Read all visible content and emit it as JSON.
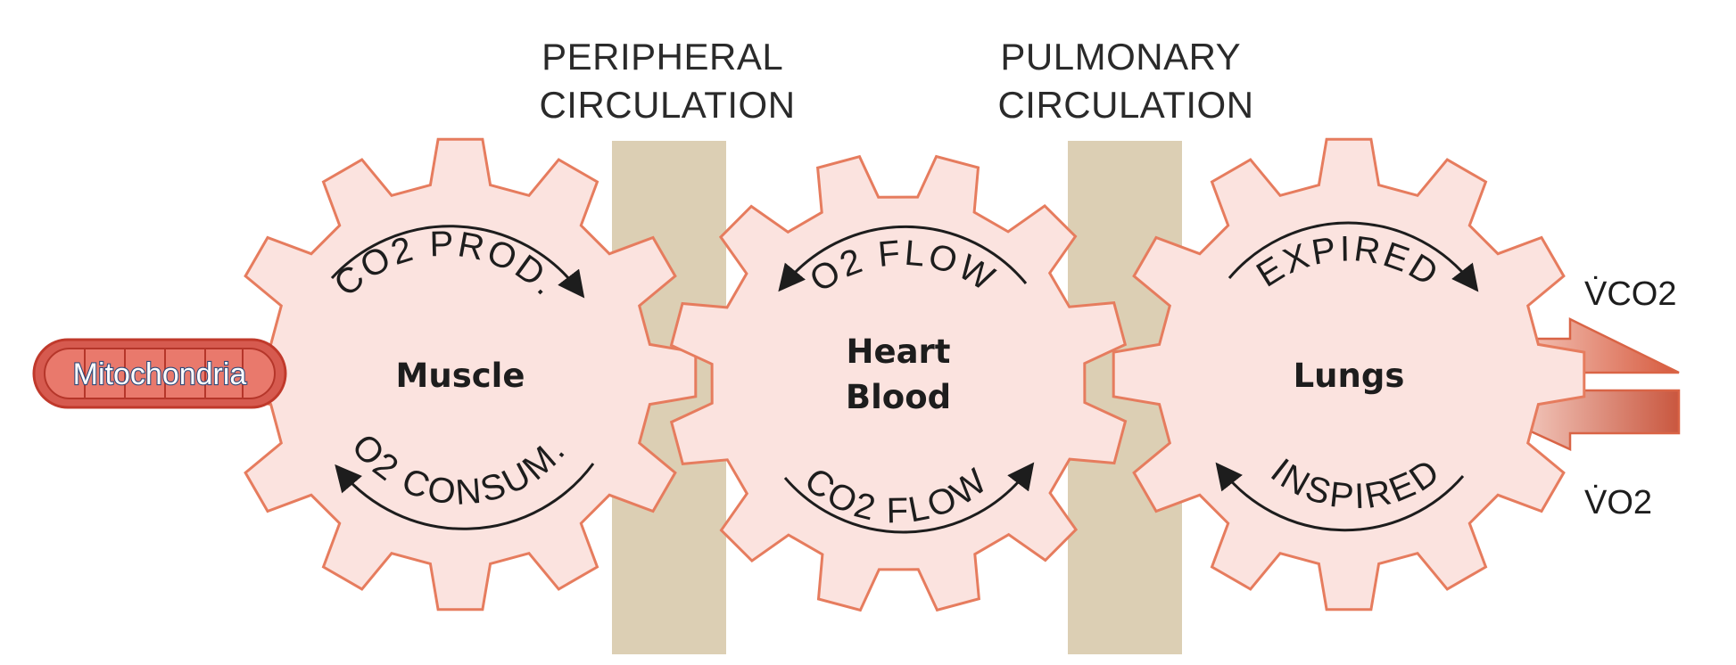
{
  "headers": {
    "peripheral": [
      "PERIPHERAL",
      "CIRCULATION"
    ],
    "pulmonary": [
      "PULMONARY",
      "CIRCULATION"
    ]
  },
  "gears": {
    "muscle": {
      "label": "Muscle",
      "top": "CO2 PROD.",
      "bottom": "O2 CONSUM."
    },
    "heart": {
      "label_line1": "Heart",
      "label_line2": "Blood",
      "top": "O2 FLOW",
      "bottom": "CO2 FLOW"
    },
    "lungs": {
      "label": "Lungs",
      "top": "EXPIRED",
      "bottom": "INSPIRED"
    }
  },
  "mitochondria": {
    "label": "Mitochondria"
  },
  "outputs": {
    "vco2": "V̇CO2",
    "vo2": "V̇O2"
  },
  "colors": {
    "gear_fill": "#fbe3df",
    "gear_stroke": "#e67c5e",
    "band": "#dccfb4",
    "arrow": "#d96446",
    "mito_fill": "#d65a4f",
    "mito_stroke": "#c0392b"
  }
}
